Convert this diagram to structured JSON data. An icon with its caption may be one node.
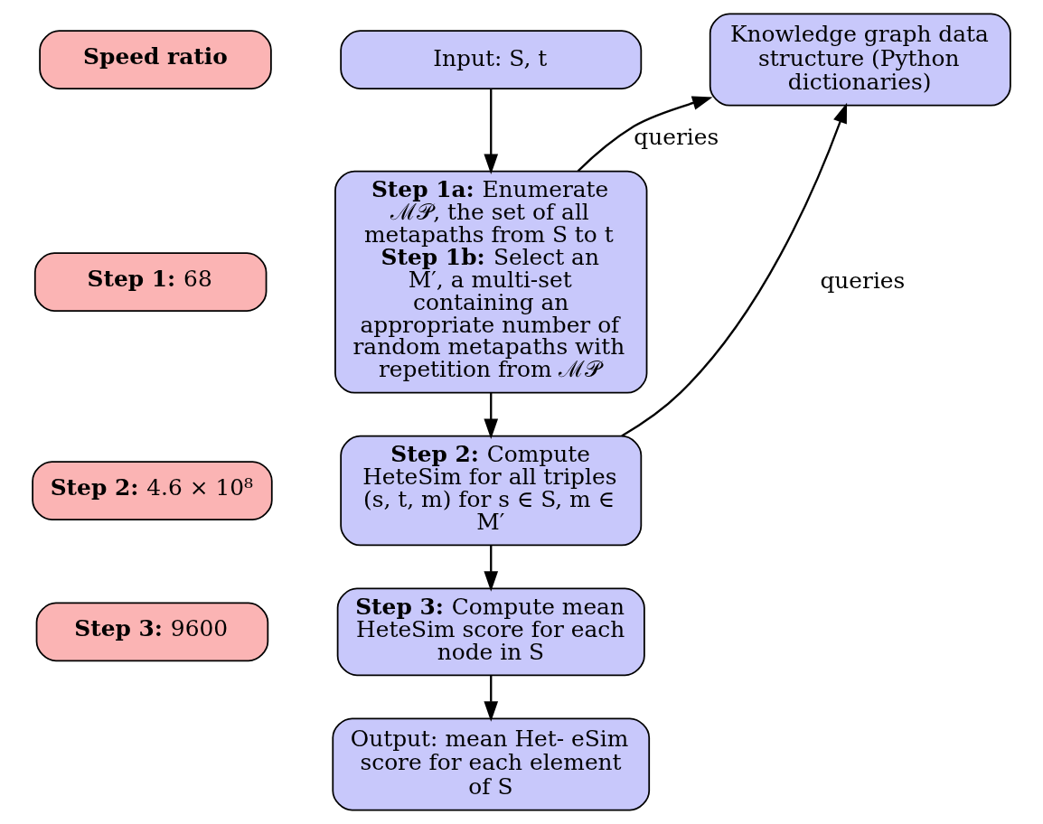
{
  "diagram": {
    "nodes": [
      {
        "text": [
          "Speed ratio"
        ]
      },
      {
        "text": [
          "Input: S, t"
        ]
      },
      {
        "text": [
          "**Step 1a:** Enumerate ℳ𝒫, the set of all metapaths from S to t",
          "**Step 1b:** Select an M′, a multi-set containing an appropriate number of random metapaths with repetition from ℳ𝒫"
        ]
      },
      {
        "text": [
          "**Step 1:** 68"
        ]
      },
      {
        "text": [
          "Knowledge graph data structure (Python dictionaries)"
        ]
      },
      {
        "text": [
          "**Step 2:** 4.6 × 10⁸"
        ]
      },
      {
        "text": [
          "**Step 2:** Compute HeteSim for all triples (s, t, m) for s ∈ S, m ∈ M′"
        ]
      },
      {
        "text": [
          "**Step 3:** 9600"
        ]
      },
      {
        "text": [
          "**Step 3:** Compute mean HeteSim score for each node in S"
        ]
      },
      {
        "text": [
          "Output: mean Het- eSim score for each element of S"
        ]
      }
    ],
    "edges": [
      {
        "from": 1,
        "to": 2,
        "arrow": "to"
      },
      {
        "from": 2,
        "to": 6,
        "arrow": "to"
      },
      {
        "from": 6,
        "to": 8,
        "arrow": "to"
      },
      {
        "from": 8,
        "to": 9,
        "arrow": "to"
      },
      {
        "from": 2,
        "to": 4,
        "arrow": "to",
        "label": "queries"
      },
      {
        "from": 6,
        "to": 4,
        "arrow": "to",
        "label": "queries"
      }
    ]
  }
}
